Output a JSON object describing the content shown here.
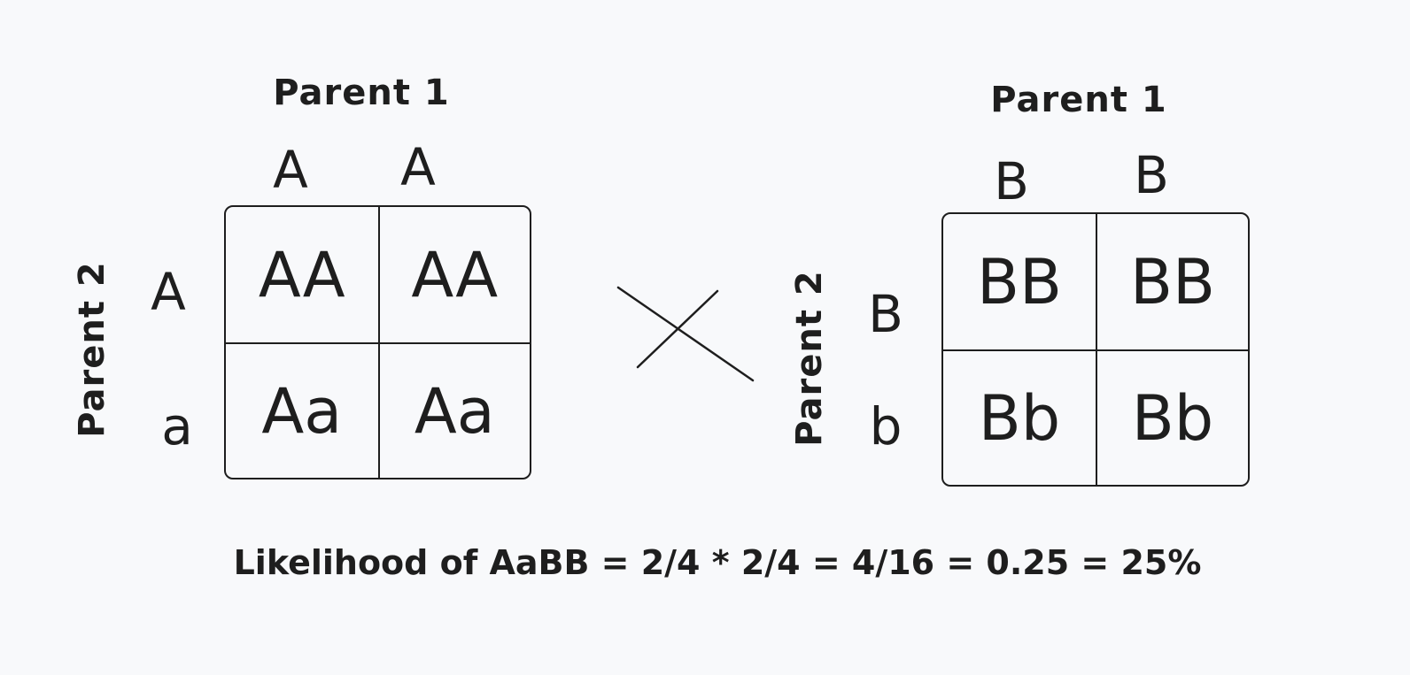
{
  "left_square": {
    "top_title": "Parent 1",
    "side_title": "Parent 2",
    "top_alleles": [
      "A",
      "A"
    ],
    "side_alleles": [
      "A",
      "a"
    ],
    "cells": [
      [
        "AA",
        "AA"
      ],
      [
        "Aa",
        "Aa"
      ]
    ]
  },
  "cross_symbol": "×",
  "right_square": {
    "top_title": "Parent 1",
    "side_title": "Parent 2",
    "top_alleles": [
      "B",
      "B"
    ],
    "side_alleles": [
      "B",
      "b"
    ],
    "cells": [
      [
        "BB",
        "BB"
      ],
      [
        "Bb",
        "Bb"
      ]
    ]
  },
  "formula": "Likelihood of AaBB = 2/4 * 2/4 = 4/16 = 0.25 = 25%"
}
